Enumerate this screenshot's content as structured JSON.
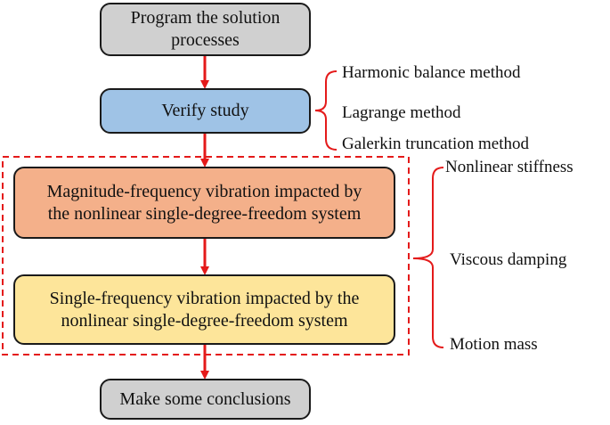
{
  "colors": {
    "arrow": "#e41a1a",
    "dashed_frame": "#e41a1a",
    "box_gray": "#d0d0d0",
    "box_blue": "#9fc3e6",
    "box_orange": "#f4b08a",
    "box_yellow": "#fde59a"
  },
  "flow": {
    "program": [
      "Program the solution",
      "processes"
    ],
    "verify": [
      "Verify study"
    ],
    "magnitude": [
      "Magnitude-frequency vibration impacted by",
      "the nonlinear single-degree-freedom system"
    ],
    "single": [
      "Single-frequency vibration impacted by the",
      "nonlinear single-degree-freedom system"
    ],
    "conclude": [
      "Make some conclusions"
    ]
  },
  "methods": [
    "Harmonic balance method",
    "Lagrange method",
    "Galerkin truncation method"
  ],
  "factors": [
    "Nonlinear stiffness",
    "Viscous damping",
    "Motion mass"
  ]
}
